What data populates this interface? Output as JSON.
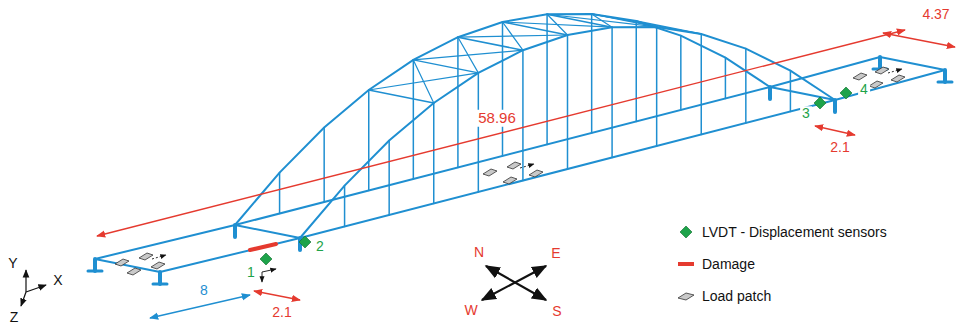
{
  "diagram": {
    "labels": [
      "4.37",
      "58.96",
      "3",
      "4",
      "2.1",
      "1",
      "2",
      "2.1",
      "8",
      "N",
      "E",
      "W",
      "S",
      "Y",
      "X",
      "Z"
    ],
    "legend": [
      {
        "text": "LVDT - Displacement sensors"
      },
      {
        "text": "Damage"
      },
      {
        "text": "Load patch"
      }
    ]
  }
}
